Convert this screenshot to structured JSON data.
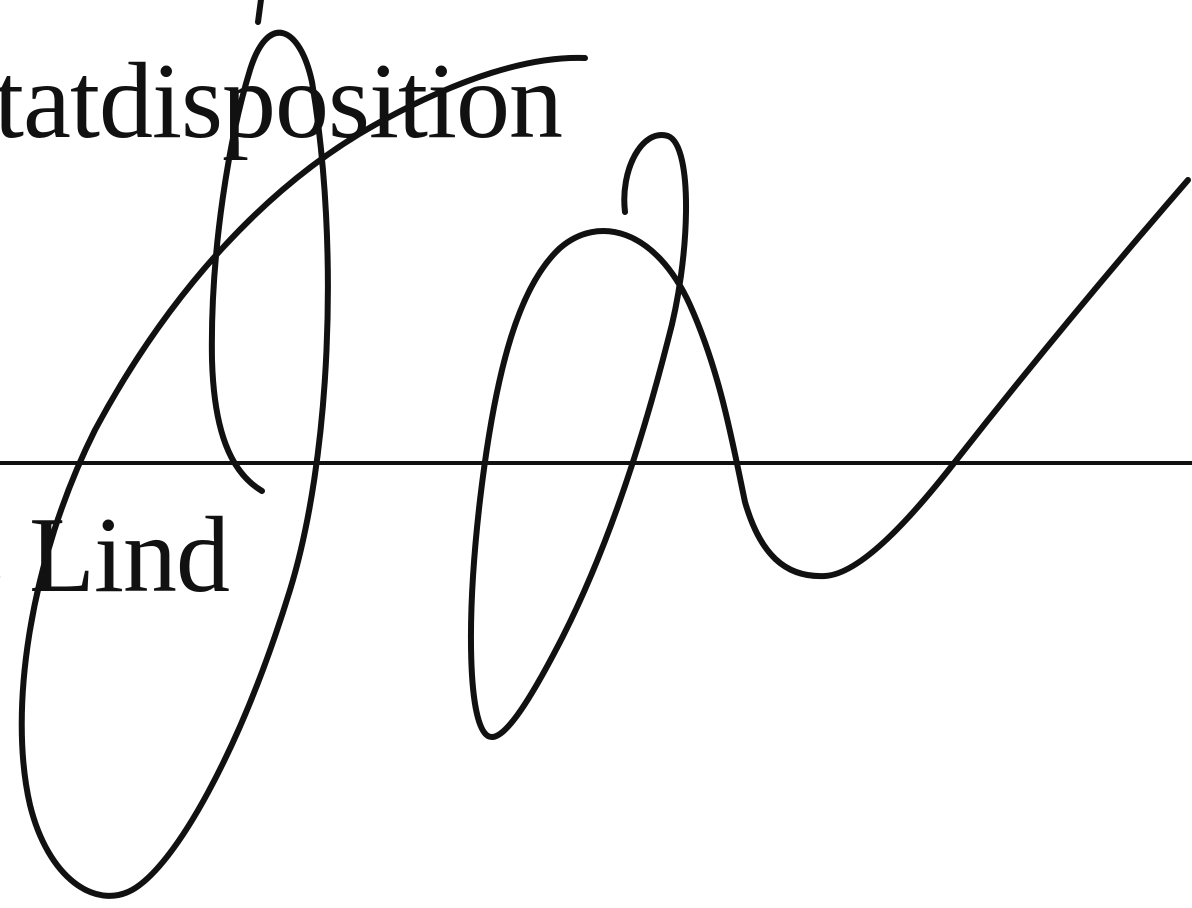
{
  "document": {
    "top_line_text": "tatdisposition",
    "bottom_line_text": "s Lind"
  },
  "signature": {
    "type": "handwritten-signature",
    "ink_color": "#111111"
  },
  "colors": {
    "background": "#ffffff",
    "text": "#111111"
  }
}
